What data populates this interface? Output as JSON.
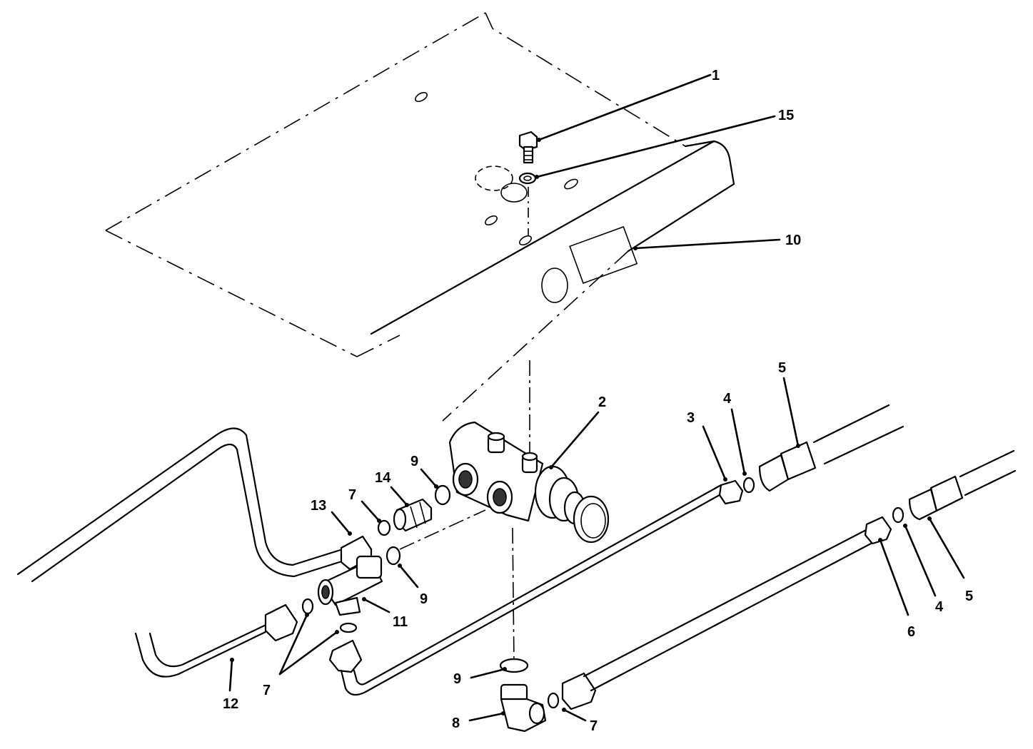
{
  "callouts": [
    {
      "id": "1",
      "text": "1"
    },
    {
      "id": "15",
      "text": "15"
    },
    {
      "id": "10",
      "text": "10"
    },
    {
      "id": "2",
      "text": "2"
    },
    {
      "id": "9a",
      "text": "9"
    },
    {
      "id": "14",
      "text": "14"
    },
    {
      "id": "7a",
      "text": "7"
    },
    {
      "id": "13",
      "text": "13"
    },
    {
      "id": "9b",
      "text": "9"
    },
    {
      "id": "11",
      "text": "11"
    },
    {
      "id": "12",
      "text": "12"
    },
    {
      "id": "7b",
      "text": "7"
    },
    {
      "id": "9c",
      "text": "9"
    },
    {
      "id": "8",
      "text": "8"
    },
    {
      "id": "7c",
      "text": "7"
    },
    {
      "id": "3",
      "text": "3"
    },
    {
      "id": "4a",
      "text": "4"
    },
    {
      "id": "5a",
      "text": "5"
    },
    {
      "id": "6",
      "text": "6"
    },
    {
      "id": "4b",
      "text": "4"
    },
    {
      "id": "5b",
      "text": "5"
    }
  ]
}
